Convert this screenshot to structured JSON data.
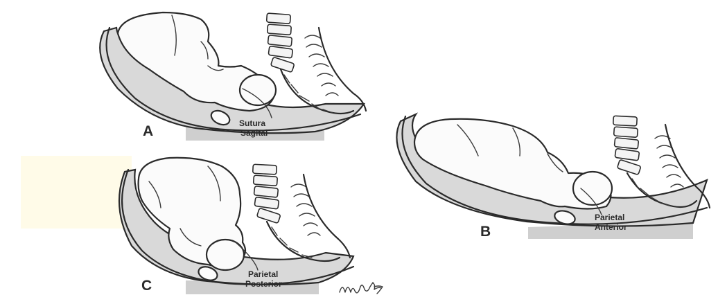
{
  "panels": [
    {
      "letter": "A",
      "annotation_lines": [
        "Sutura",
        "Sagital"
      ]
    },
    {
      "letter": "B",
      "annotation_lines": [
        "Parietal",
        "Anterior"
      ]
    },
    {
      "letter": "C",
      "annotation_lines": [
        "Parietal",
        "Posterior"
      ]
    }
  ],
  "signature_text": "Myhr '77",
  "colors": {
    "ink": "#2a2a2a",
    "shading": "#d9d9d9",
    "background": "#ffffff",
    "faint_yellow_patch": "#fffbe8"
  }
}
